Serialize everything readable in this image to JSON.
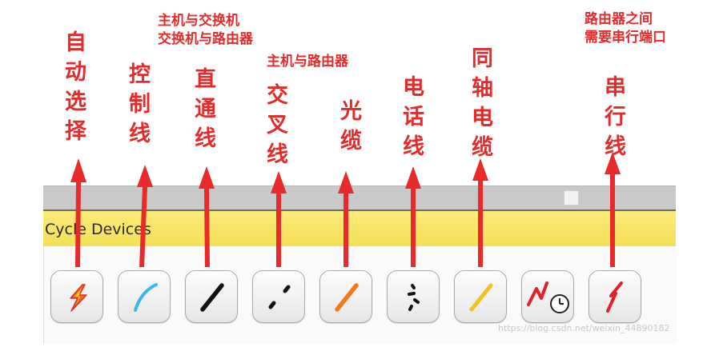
{
  "panel": {
    "section_title": "Cycle Devices",
    "watermark": "https://blog.csdn.net/weixin_44890182"
  },
  "tools": [
    {
      "id": "auto",
      "label": "自动选择",
      "icon": "lightning-auto-icon"
    },
    {
      "id": "console",
      "label": "控制线",
      "icon": "console-cable-icon"
    },
    {
      "id": "straight",
      "label": "直通线",
      "icon": "straight-through-cable-icon"
    },
    {
      "id": "cross",
      "label": "交叉线",
      "icon": "crossover-cable-icon"
    },
    {
      "id": "fiber",
      "label": "光缆",
      "icon": "fiber-cable-icon"
    },
    {
      "id": "phone",
      "label": "电话线",
      "icon": "phone-cable-icon"
    },
    {
      "id": "coax",
      "label": "同轴电缆",
      "icon": "coaxial-cable-icon"
    },
    {
      "id": "serial_dce",
      "label": "",
      "icon": "serial-dce-clock-icon"
    },
    {
      "id": "serial",
      "label": "串行线",
      "icon": "serial-cable-icon"
    }
  ],
  "notes": {
    "straight_line1": "主机与交换机",
    "straight_line2": "交换机与路由器",
    "cross": "主机与路由器",
    "serial_line1": "路由器之间",
    "serial_line2": "需要串行端口"
  },
  "colors": {
    "annotation_red": "#e32b2b",
    "header_yellow": "#f4df55"
  }
}
